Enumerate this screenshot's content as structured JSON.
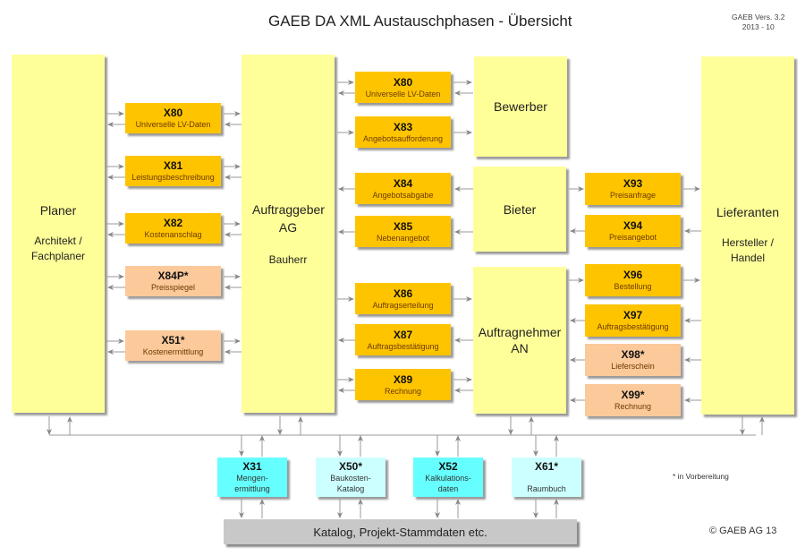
{
  "header": {
    "title": "GAEB DA XML Austauschphasen  - Übersicht",
    "version_line1": "GAEB Vers. 3.2",
    "version_line2": "2013 - 10"
  },
  "colors": {
    "actor": "#ffff99",
    "phase_active": "#ffc400",
    "phase_planned": "#fbc99a",
    "data_active": "#66ffff",
    "data_planned": "#ccffff",
    "catalog": "#c8c8c8",
    "line": "#999999"
  },
  "actors": {
    "planer": {
      "name": "Planer",
      "sub": "Architekt / Fachplaner"
    },
    "auftraggeber": {
      "name": "Auftraggeber AG",
      "sub": "Bauherr"
    },
    "bewerber": {
      "name": "Bewerber"
    },
    "bieter": {
      "name": "Bieter"
    },
    "auftragnehmer": {
      "name": "Auftragnehmer AN"
    },
    "lieferanten": {
      "name": "Lieferanten",
      "sub": "Hersteller / Handel"
    }
  },
  "planer_phases": [
    {
      "code": "X80",
      "label": "Universelle LV-Daten",
      "status": "active"
    },
    {
      "code": "X81",
      "label": "Leistungsbeschreibung",
      "status": "active"
    },
    {
      "code": "X82",
      "label": "Kostenanschlag",
      "status": "active"
    },
    {
      "code": "X84P*",
      "label": "Preisspiegel",
      "status": "planned"
    },
    {
      "code": "X51*",
      "label": "Kostenermittlung",
      "status": "planned"
    }
  ],
  "ag_phases": [
    {
      "code": "X80",
      "label": "Universelle LV-Daten",
      "status": "active"
    },
    {
      "code": "X83",
      "label": "Angebotsaufforderung",
      "status": "active"
    },
    {
      "code": "X84",
      "label": "Angebotsabgabe",
      "status": "active"
    },
    {
      "code": "X85",
      "label": "Nebenangebot",
      "status": "active"
    },
    {
      "code": "X86",
      "label": "Auftragserteilung",
      "status": "active"
    },
    {
      "code": "X87",
      "label": "Auftragsbestätigung",
      "status": "active"
    },
    {
      "code": "X89",
      "label": "Rechnung",
      "status": "active"
    }
  ],
  "supplier_phases": [
    {
      "code": "X93",
      "label": "Preisanfrage",
      "status": "active"
    },
    {
      "code": "X94",
      "label": "Preisangebot",
      "status": "active"
    },
    {
      "code": "X96",
      "label": "Bestellung",
      "status": "active"
    },
    {
      "code": "X97",
      "label": "Auftragsbestätigung",
      "status": "active"
    },
    {
      "code": "X98*",
      "label": "Lieferschein",
      "status": "planned"
    },
    {
      "code": "X99*",
      "label": "Rechnung",
      "status": "planned"
    }
  ],
  "data_phases": [
    {
      "code": "X31",
      "label": "Mengen-ermittlung",
      "line1": "Mengen-",
      "line2": "ermittlung",
      "status": "active"
    },
    {
      "code": "X50*",
      "label": "Baukosten-Katalog",
      "line1": "Baukosten-",
      "line2": "Katalog",
      "status": "planned"
    },
    {
      "code": "X52",
      "label": "Kalkulations-daten",
      "line1": "Kalkulations-",
      "line2": "daten",
      "status": "active"
    },
    {
      "code": "X61*",
      "label": "Raumbuch",
      "line1": "",
      "line2": "Raumbuch",
      "status": "planned"
    }
  ],
  "catalog": {
    "label": "Katalog, Projekt-Stammdaten etc."
  },
  "footer": {
    "note": "* in Vorbereitung",
    "copyright": "© GAEB AG 13"
  }
}
